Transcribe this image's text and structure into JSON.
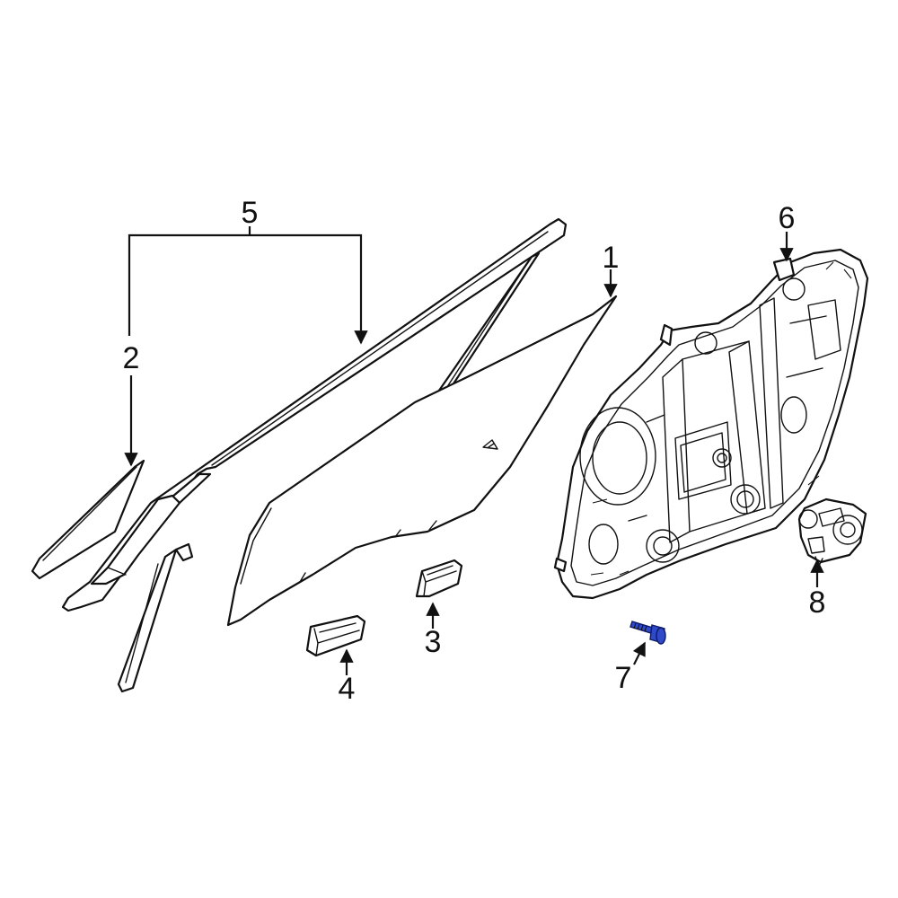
{
  "diagram": {
    "accent_color": "#2f49c8",
    "callouts": [
      {
        "id": "1",
        "label": "1"
      },
      {
        "id": "2",
        "label": "2"
      },
      {
        "id": "3",
        "label": "3"
      },
      {
        "id": "4",
        "label": "4"
      },
      {
        "id": "5",
        "label": "5"
      },
      {
        "id": "6",
        "label": "6"
      },
      {
        "id": "7",
        "label": "7"
      },
      {
        "id": "8",
        "label": "8"
      }
    ]
  }
}
